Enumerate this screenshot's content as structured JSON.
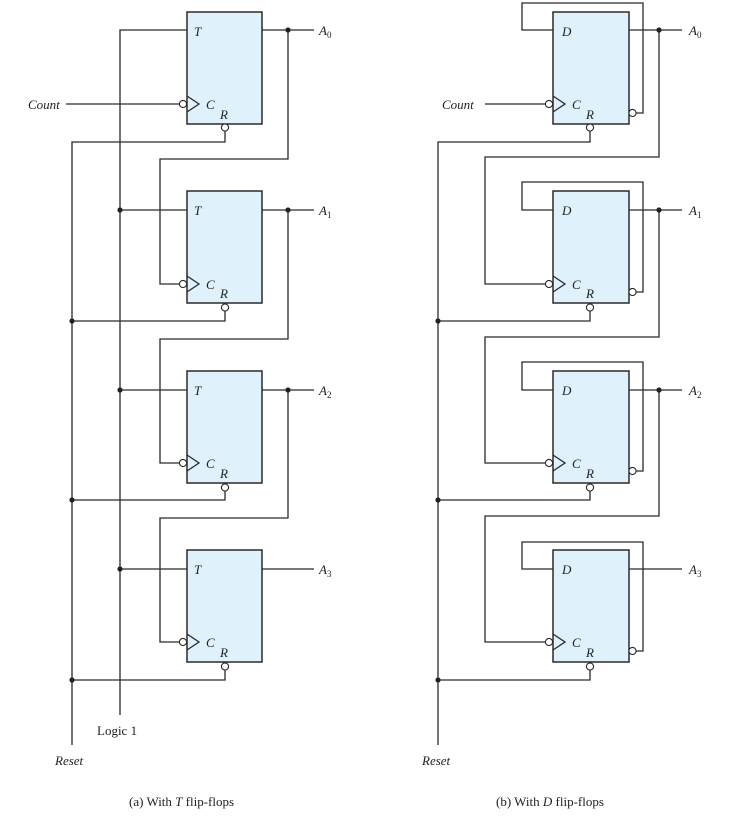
{
  "panels": [
    {
      "caption_pre": "(a) With ",
      "caption_var": "T",
      "caption_post": " flip-flops",
      "input_letter": "T",
      "clock_label": "Count",
      "reset_label": "Reset",
      "const_label": "Logic 1"
    },
    {
      "caption_pre": "(b) With ",
      "caption_var": "D",
      "caption_post": " flip-flops",
      "input_letter": "D",
      "clock_label": "Count",
      "reset_label": "Reset"
    }
  ],
  "pin_clock": "C",
  "pin_reset": "R",
  "outputs": [
    {
      "letter": "A",
      "sub": "0"
    },
    {
      "letter": "A",
      "sub": "1"
    },
    {
      "letter": "A",
      "sub": "2"
    },
    {
      "letter": "A",
      "sub": "3"
    }
  ],
  "colors": {
    "flipflop_fill": "#dff1fb",
    "wire": "#2a2a2a"
  }
}
